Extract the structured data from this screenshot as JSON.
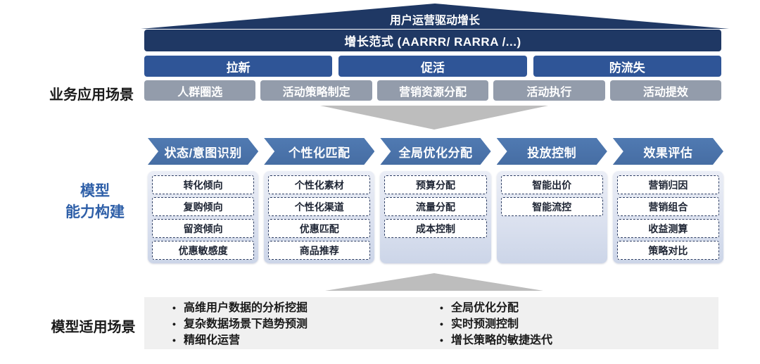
{
  "top": {
    "roof_label": "用户运营驱动增长",
    "paradigm_bar": "增长范式 (AARRR/ RARRA /...)",
    "stages": [
      "拉新",
      "促活",
      "防流失"
    ],
    "activities": [
      "人群圈选",
      "活动策略制定",
      "营销资源分配",
      "活动执行",
      "活动提效"
    ]
  },
  "side_labels": {
    "business": "业务应用场景",
    "model_line1": "模型",
    "model_line2": "能力构建",
    "applicable": "模型适用场景"
  },
  "model_columns": [
    {
      "header": "状态/意图识别",
      "items": [
        "转化倾向",
        "复购倾向",
        "留资倾向",
        "优惠敏感度"
      ]
    },
    {
      "header": "个性化匹配",
      "items": [
        "个性化素材",
        "个性化渠道",
        "优惠匹配",
        "商品推荐"
      ]
    },
    {
      "header": "全局优化分配",
      "items": [
        "预算分配",
        "流量分配",
        "成本控制"
      ]
    },
    {
      "header": "投放控制",
      "items": [
        "智能出价",
        "智能流控"
      ]
    },
    {
      "header": "效果评估",
      "items": [
        "营销归因",
        "营销组合",
        "收益测算",
        "策略对比"
      ]
    }
  ],
  "applicable_scenarios": {
    "left": [
      "高维用户数据的分析挖掘",
      "复杂数据场景下趋势预测",
      "精细化运营"
    ],
    "right": [
      "全局优化分配",
      "实时预测控制",
      "增长策略的敏捷迭代"
    ]
  },
  "colors": {
    "dark_navy": "#1f3864",
    "stage_blue": "#2f5597",
    "activity_gray": "#939cab",
    "chevron_blue": "#4a72a8",
    "panel_light": "#dbe1ef",
    "triangle_gray": "#bdbdbd",
    "apply_panel_gray": "#f0f0f0",
    "model_label_blue": "#2e5fa8"
  }
}
